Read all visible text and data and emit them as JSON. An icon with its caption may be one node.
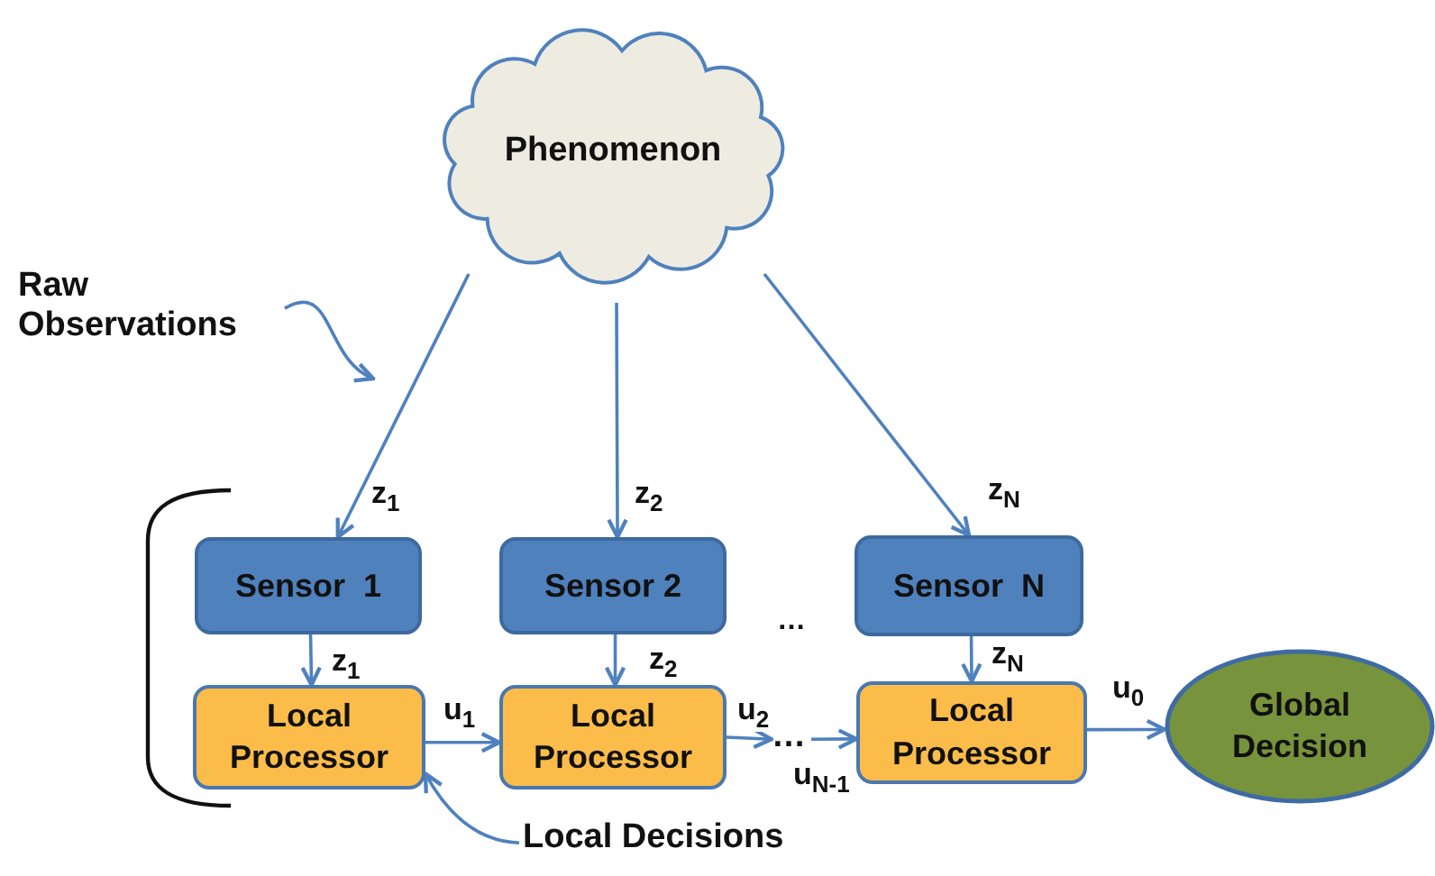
{
  "diagram": {
    "nodes": [
      {
        "text": [
          "Phenomenon"
        ]
      },
      {
        "text": [
          "Sensor  1"
        ]
      },
      {
        "text": [
          "Sensor 2"
        ]
      },
      {
        "text": [
          "Sensor  N"
        ]
      },
      {
        "text": [
          "Local Processor"
        ]
      },
      {
        "text": [
          "Local Processor"
        ]
      },
      {
        "text": [
          "Local Processor"
        ]
      },
      {
        "text": [
          "Global Decision"
        ]
      },
      {
        "text": [
          "Raw Observations"
        ]
      },
      {
        "text": [
          "Local Decisions"
        ]
      },
      {
        "text": [
          "…"
        ]
      }
    ],
    "edges": [
      {
        "from": 0,
        "to": 1,
        "arrow": "to",
        "label": "z$_{1}$"
      },
      {
        "from": 0,
        "to": 2,
        "arrow": "to",
        "label": "z$_{2}$"
      },
      {
        "from": 0,
        "to": 3,
        "arrow": "to",
        "label": "z$_{N}$"
      },
      {
        "from": 1,
        "to": 4,
        "arrow": "to",
        "label": "z$_{1}$"
      },
      {
        "from": 2,
        "to": 5,
        "arrow": "to",
        "label": "z$_{2}$"
      },
      {
        "from": 3,
        "to": 6,
        "arrow": "to",
        "label": "z$_{N}$"
      },
      {
        "from": 4,
        "to": 5,
        "arrow": "to",
        "label": "u$_{1}$"
      },
      {
        "from": 5,
        "to": 10,
        "arrow": "to",
        "label": "u$_{2}$"
      },
      {
        "from": 10,
        "to": 6,
        "arrow": "to",
        "label": "u$_{N-1}$"
      },
      {
        "from": 6,
        "to": 7,
        "arrow": "to",
        "label": "u$_{0}$"
      },
      {
        "from": 8,
        "to": null,
        "arrow": "to"
      },
      {
        "from": 9,
        "to": 4,
        "arrow": "to"
      }
    ],
    "labels": [
      "…"
    ]
  }
}
